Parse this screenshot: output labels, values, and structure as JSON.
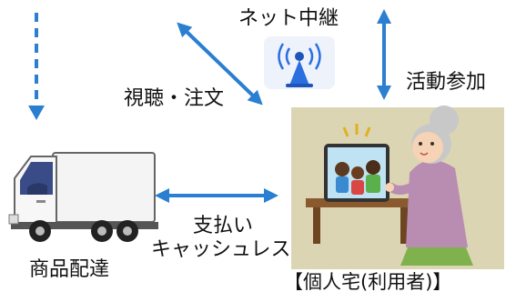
{
  "labels": {
    "network_relay": "ネット中継",
    "view_order": "視聴・注文",
    "activity": "活動参加",
    "payment_line1": "支払い",
    "payment_line2": "キャッシュレス",
    "delivery": "商品配達",
    "home": "【個人宅(利用者)】"
  },
  "colors": {
    "arrow": "#2a7fd1",
    "dashed_arrow": "#2a7fd1",
    "text": "#111111"
  }
}
